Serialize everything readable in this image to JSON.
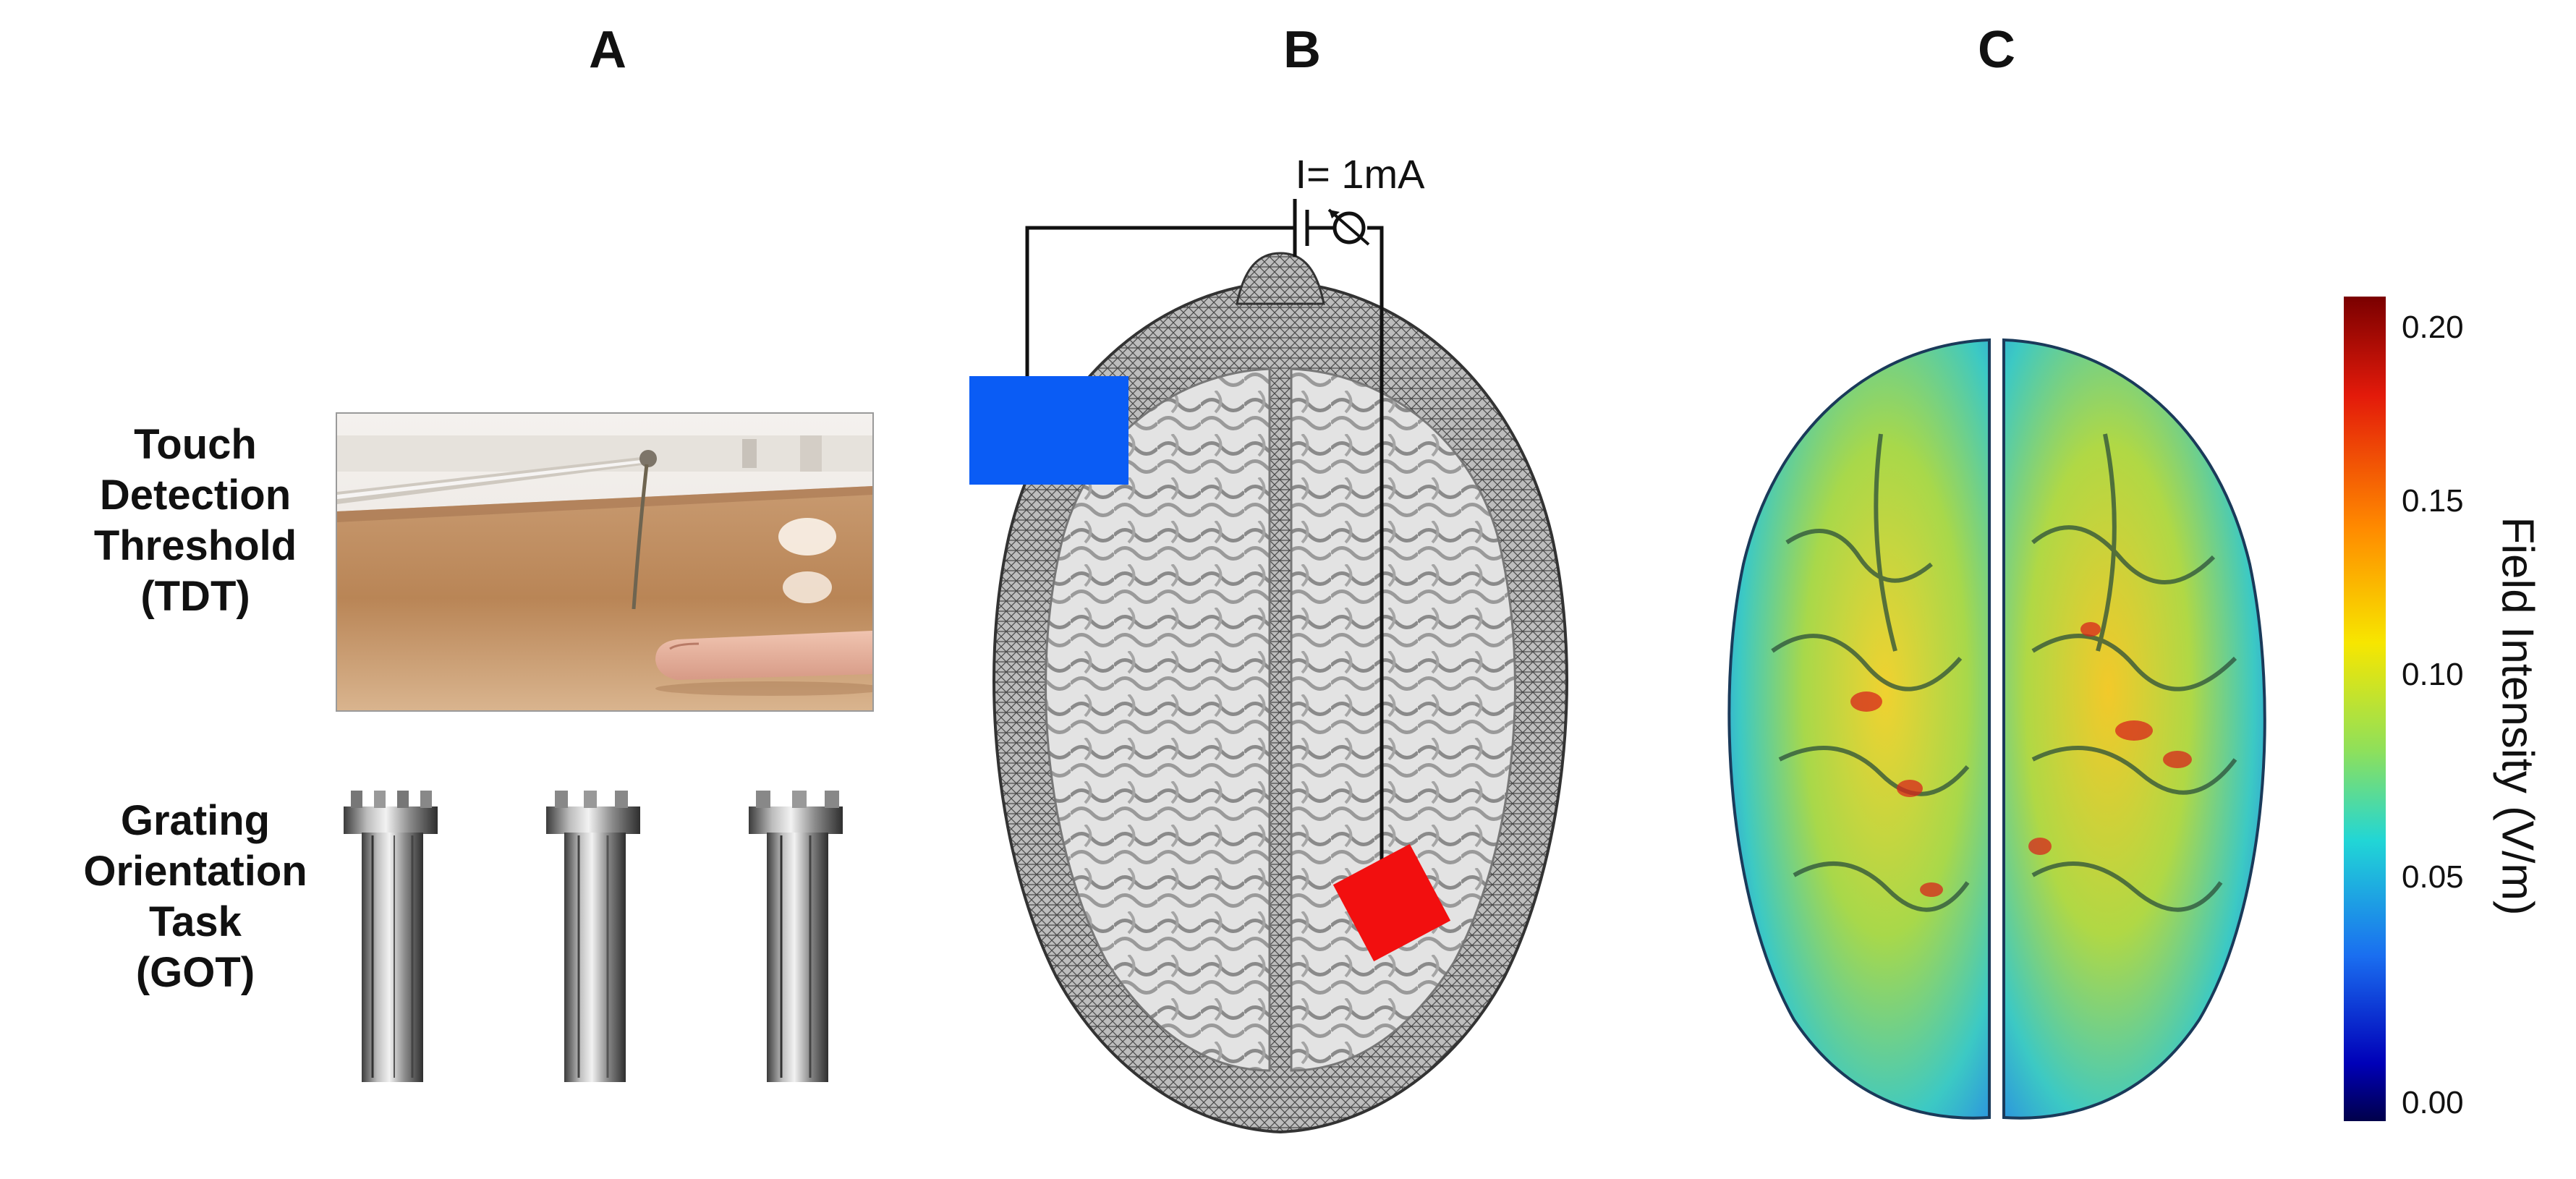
{
  "panels": {
    "a": {
      "letter": "A",
      "tdt_label_lines": [
        "Touch",
        "Detection",
        "Threshold",
        "(TDT)"
      ],
      "got_label_lines": [
        "Grating",
        "Orientation",
        "Task",
        "(GOT)"
      ]
    },
    "b": {
      "letter": "B",
      "current_label": "I= 1mA",
      "anode_color": "#0a5cf5",
      "cathode_color": "#f20f0f"
    },
    "c": {
      "letter": "C",
      "colorbar_ticks": [
        "0.20",
        "0.15",
        "0.10",
        "0.05",
        "0.00"
      ],
      "colorbar_label": "Field Intensity (V/m)",
      "colorbar_stops": [
        "#7a0000",
        "#e31a0a",
        "#ff8a00",
        "#f7e600",
        "#8fe05a",
        "#21d6d6",
        "#1a6ef0",
        "#0000b8",
        "#00004a"
      ]
    }
  }
}
